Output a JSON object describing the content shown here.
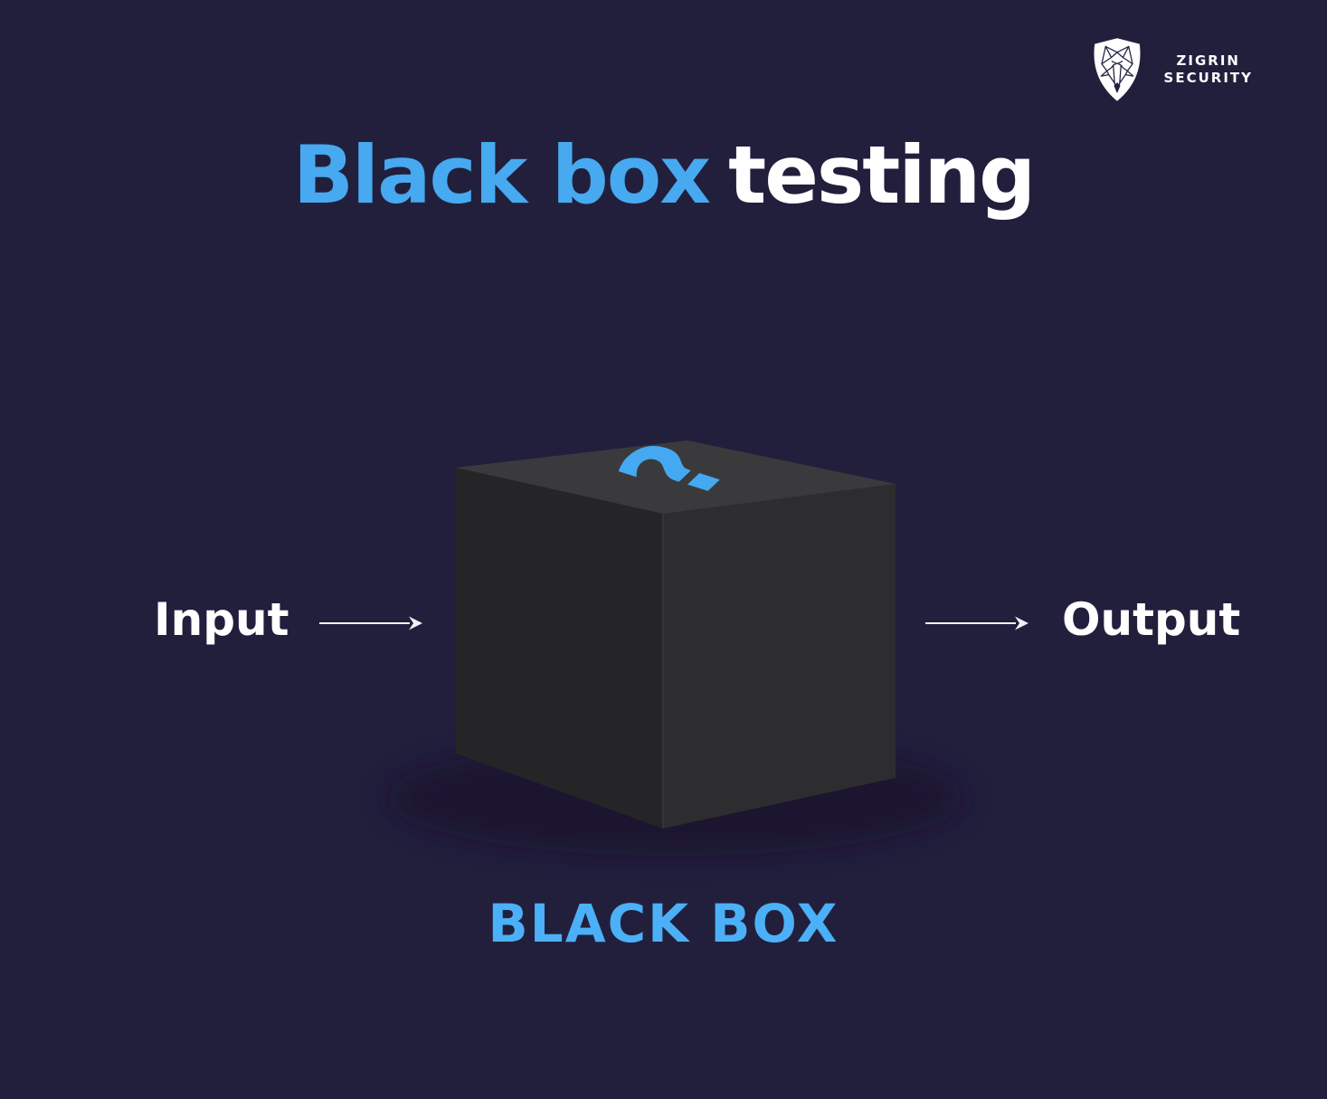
{
  "page": {
    "background_color": "#221f3d",
    "accent_color": "#47a9f0"
  },
  "logo": {
    "line1": "ZIGRIN",
    "line2": "SECURITY",
    "shield_fill": "#ffffff",
    "wolf_stroke": "#222244"
  },
  "title": {
    "highlight": "Black box",
    "rest": "testing",
    "highlight_color": "#47a9f0",
    "rest_color": "#ffffff"
  },
  "diagram": {
    "input_label": "Input",
    "output_label": "Output",
    "caption": "BLACK BOX",
    "question_mark": "?",
    "caption_color": "#4bb0f7",
    "arrow_color": "#f2f2f6",
    "cube": {
      "top_face_color": "#3a3a3d",
      "left_face_color": "#252527",
      "right_face_color": "#2d2d2f",
      "edge_color": "#38383b",
      "question_color": "#45a9f1",
      "shadow_color": "#131028"
    }
  }
}
